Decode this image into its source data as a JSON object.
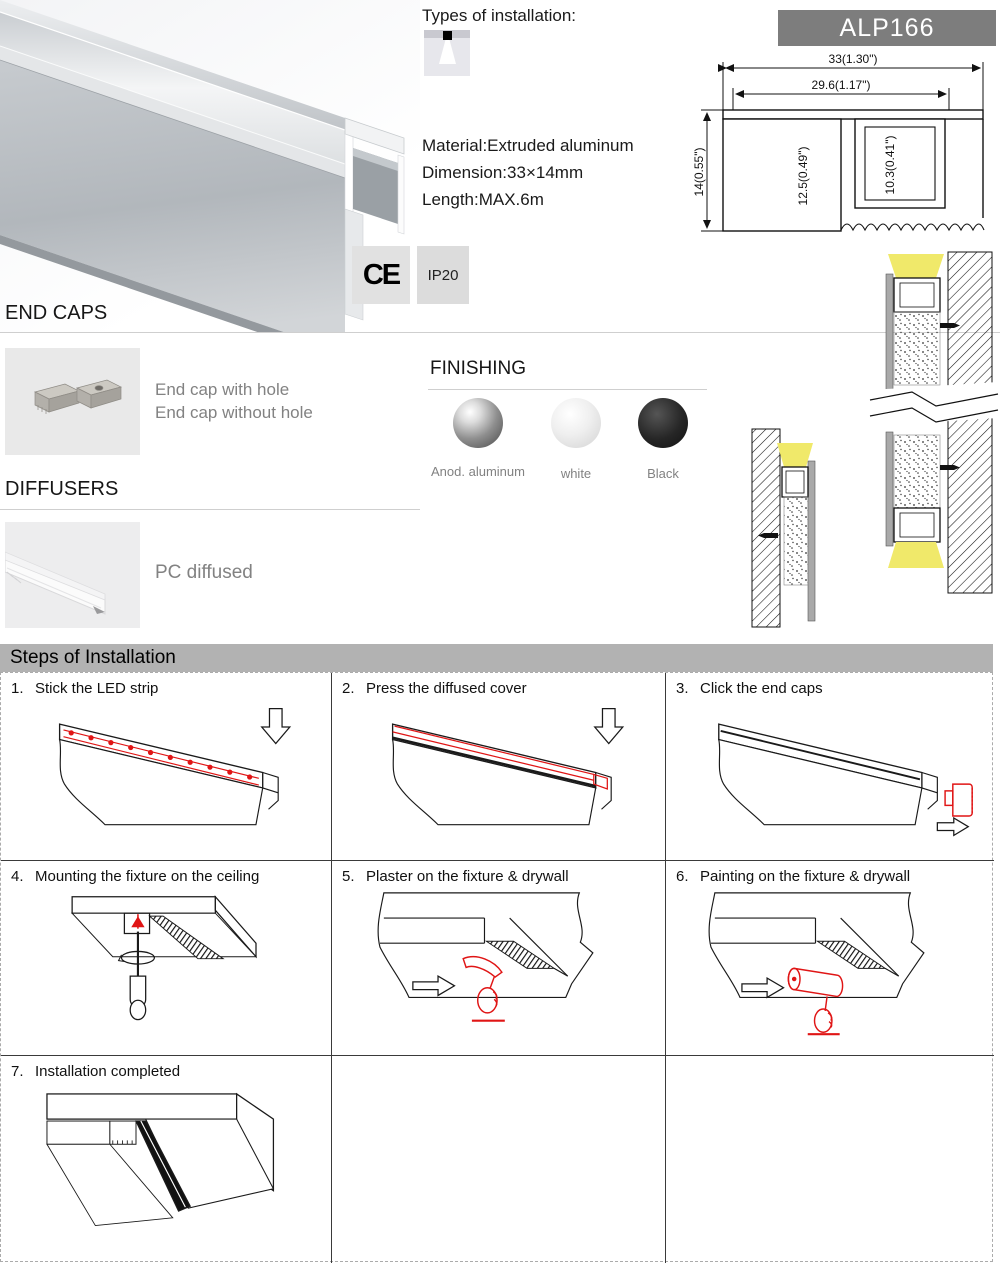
{
  "colors": {
    "accent_red": "#e01515",
    "glow_yellow": "#f0e96a",
    "steps_header_gray": "#b2b2b2",
    "model_box_gray": "#7d7d7d",
    "badge_gray": "#e1e1e1",
    "muted_text": "#828282"
  },
  "top": {
    "installation_types_label": "Types of installation:",
    "material": "Material:Extruded aluminum",
    "dimension": "Dimension:33×14mm",
    "length": "Length:MAX.6m",
    "model": "ALP166",
    "ce_label": "CE",
    "ip_label": "IP20"
  },
  "drawing": {
    "width_outer": "33(1.30\")",
    "width_inner": "29.6(1.17\")",
    "height_left": "14(0.55\")",
    "height_mid": "12.5(0.49\")",
    "height_right": "10.3(0.41\")"
  },
  "end_caps": {
    "title": "END CAPS",
    "line1": "End cap with hole",
    "line2": "End cap without hole"
  },
  "finishing": {
    "title": "FINISHING",
    "options": [
      {
        "label": "Anod. aluminum"
      },
      {
        "label": "white"
      },
      {
        "label": "Black"
      }
    ]
  },
  "diffusers": {
    "title": "DIFFUSERS",
    "label": "PC diffused"
  },
  "steps": {
    "title": "Steps of Installation",
    "items": [
      {
        "num": "1.",
        "label": "Stick the LED strip"
      },
      {
        "num": "2.",
        "label": "Press the diffused cover"
      },
      {
        "num": "3.",
        "label": "Click the end caps"
      },
      {
        "num": "4.",
        "label": "Mounting the fixture on the ceiling"
      },
      {
        "num": "5.",
        "label": "Plaster on the fixture & drywall"
      },
      {
        "num": "6.",
        "label": "Painting on the fixture & drywall"
      },
      {
        "num": "7.",
        "label": "Installation completed"
      }
    ]
  }
}
